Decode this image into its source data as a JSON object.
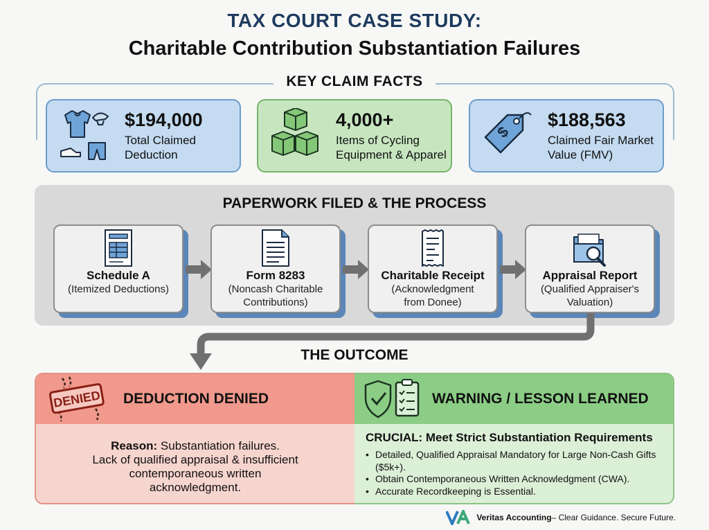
{
  "title": {
    "line1": "TAX COURT CASE STUDY:",
    "line2": "Charitable Contribution Substantiation Failures"
  },
  "key_facts": {
    "heading": "KEY CLAIM FACTS",
    "cards": [
      {
        "value": "$194,000",
        "line1": "Total Claimed",
        "line2": "Deduction",
        "icon": "cycling-gear-icon"
      },
      {
        "value": "4,000+",
        "line1": "Items of Cycling",
        "line2": "Equipment & Apparel",
        "icon": "boxes-icon"
      },
      {
        "value": "$188,563",
        "line1": "Claimed Fair Market",
        "line2": "Value (FMV)",
        "icon": "price-tag-icon"
      }
    ]
  },
  "process": {
    "heading": "PAPERWORK FILED & THE PROCESS",
    "steps": [
      {
        "title": "Schedule A",
        "sub1": "(Itemized Deductions)",
        "sub2": "",
        "icon": "form-document-icon"
      },
      {
        "title": "Form 8283",
        "sub1": "(Noncash Charitable",
        "sub2": "Contributions)",
        "icon": "document-icon"
      },
      {
        "title": "Charitable Receipt",
        "sub1": "(Acknowledgment",
        "sub2": "from Donee)",
        "icon": "receipt-icon"
      },
      {
        "title": "Appraisal Report",
        "sub1": "(Qualified Appraiser's",
        "sub2": "Valuation)",
        "icon": "folder-search-icon"
      }
    ]
  },
  "outcome": {
    "heading": "THE OUTCOME",
    "denied": {
      "title": "DEDUCTION DENIED",
      "stamp": "DENIED",
      "reason_label": "Reason:",
      "reason_text": " Substantiation failures.",
      "line2": "Lack of qualified appraisal & insufficient",
      "line3": "contemporaneous written",
      "line4": "acknowledgment."
    },
    "lesson": {
      "title": "WARNING / LESSON LEARNED",
      "crucial": "CRUCIAL: Meet Strict Substantiation Requirements",
      "bullets": [
        "Detailed, Qualified Appraisal Mandatory for Large Non-Cash Gifts ($5k+).",
        "Obtain Contemporaneous Written Acknowledgment (CWA).",
        "Accurate Recordkeeping is Essential."
      ]
    }
  },
  "footer": {
    "logo": "VA",
    "brand": "Veritas Accounting",
    "tagline": " – Clear Guidance. Secure Future."
  },
  "colors": {
    "title_blue": "#1e3a5f",
    "fact_blue": "#c4dbf1",
    "fact_green": "#c7e6c0",
    "denied_red": "#f0998c",
    "lesson_green": "#8ccd86",
    "arrow_gray": "#707070",
    "shadow_blue": "#5b86b8"
  }
}
